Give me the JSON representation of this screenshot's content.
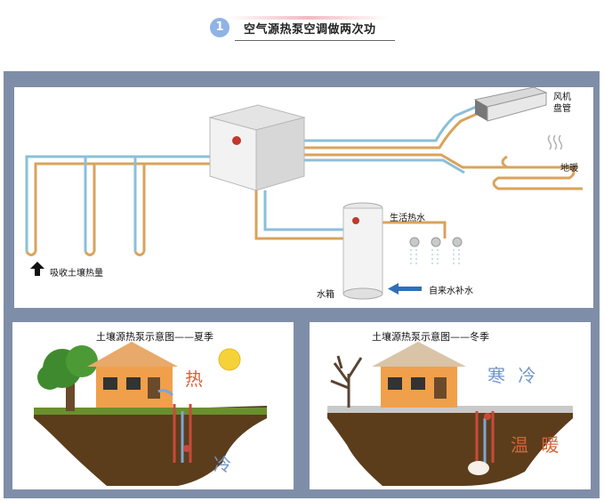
{
  "header": {
    "badge": "1",
    "title": "空气源热泵空调做两次功"
  },
  "top_diagram": {
    "labels": {
      "fan_coil": "风机\n盘管",
      "floor_heating": "地暖",
      "hot_water": "生活热水",
      "tank": "水箱",
      "tap_water": "自来水补水",
      "soil_heat": "吸收土壤热量"
    }
  },
  "summer": {
    "title": "土壤源热泵示意图——夏季",
    "hot": "热",
    "cold": "冷"
  },
  "winter": {
    "title": "土壤源热泵示意图——冬季",
    "cold": "寒 冷",
    "warm": "温 暖"
  },
  "colors": {
    "frame": "#7a8aa6",
    "pipe_warm": "#d9a35b",
    "pipe_cool": "#8bbfd9",
    "soil": "#5b3d1c",
    "hot_text": "#d8623b",
    "cool_text": "#6f95c9"
  }
}
